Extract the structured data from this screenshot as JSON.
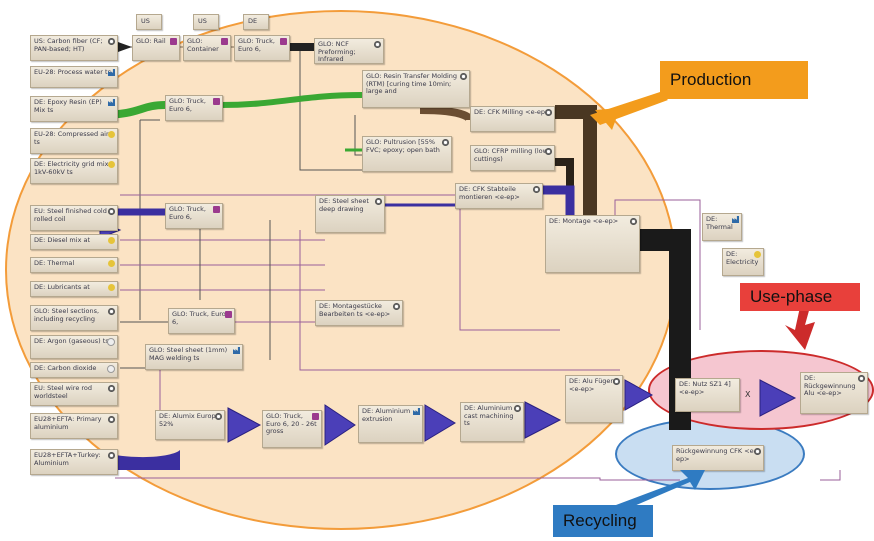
{
  "regions": {
    "production": {
      "label": "Production",
      "fill": "#fbe3c4",
      "stroke": "#f39c3a",
      "callout_bg": "#f39c1c"
    },
    "use_phase": {
      "label": "Use-phase",
      "fill": "#f5c6d0",
      "stroke": "#cc2b2b",
      "callout_bg": "#e8403b"
    },
    "recycling": {
      "label": "Recycling",
      "fill": "#c9def2",
      "stroke": "#3a7bc0",
      "callout_bg": "#2f7bc2"
    }
  },
  "tags": {
    "us1": "US",
    "us2": "US",
    "de": "DE"
  },
  "nodes": {
    "us_carbon_fiber": "US: Carbon fiber (CF; PAN-based; HT)",
    "glo_rail": "GLO: Rail",
    "glo_container": "GLO: Container",
    "glo_truck_euro6_top": "GLO: Truck, Euro 6,",
    "glo_ncf": "GLO: NCF Preforming; Infrared",
    "eu28_process_water": "EU-28: Process water ts",
    "glo_rtm": "GLO: Resin Transfer Molding (RTM) [curing time 10min; large and",
    "de_epoxy": "DE: Epoxy Resin (EP) Mix ts",
    "glo_truck_epoxy": "GLO: Truck, Euro 6,",
    "de_cfk_milling": "DE: CFK Milling <e-ep>",
    "eu28_compressed_air": "EU-28: Compressed air ts",
    "glo_pultrusion": "GLO: Pultrusion [55% FVC; epoxy; open bath",
    "glo_cfrp_milling": "GLO: CFRP milling (low cuttings)",
    "de_electricity_grid": "DE: Electricity grid mix 1kV-60kV ts",
    "de_cfk_stabteile": "DE: CFK Stabteile montieren <e-ep>",
    "eu_steel_finished": "EU: Steel finished cold rolled coil",
    "glo_truck_steel": "GLO: Truck, Euro 6,",
    "de_steel_deep": "DE: Steel sheet deep drawing",
    "de_montage": "DE: Montage <e-ep>",
    "de_thermal_use": "DE: Thermal",
    "de_diesel": "DE: Diesel mix at",
    "de_electricity_use": "DE: Electricity",
    "de_thermal": "DE: Thermal",
    "de_lubricants": "DE: Lubricants at",
    "glo_steel_sections": "GLO: Steel sections, including recycling",
    "glo_truck_sections": "GLO: Truck, Euro 6,",
    "de_montageteile": "DE: Montagestücke Bearbeiten ts <e-ep>",
    "de_argon": "DE: Argon (gaseous) ts",
    "glo_steel_sheet_mag": "GLO: Steel sheet (1mm) MAG welding ts",
    "de_co2": "DE: Carbon dioxide",
    "eu_steel_wire": "EU: Steel wire rod worldsteel",
    "de_alu_fuegen": "DE: Alu Fügen <e-ep>",
    "eu28_primary_alu": "EU28+EFTA: Primary aluminium",
    "de_alumix": "DE: Alumix Europa 52%",
    "glo_truck_alu": "GLO: Truck, Euro 6, 20 - 26t gross",
    "de_alu_extrusion": "DE: Aluminium extrusion",
    "de_alu_cast": "DE: Aluminium cast machining ts",
    "de_nutz": "DE: Nutz SZ1 4] <e-ep>",
    "de_rueck_alu": "DE: Rückgewinnung Alu <e-ep>",
    "eu28_turkey_alu": "EU28+EFTA+Turkey: Aluminium",
    "de_rueck_cfk": "Rückgewinnung CFK <e-ep>"
  },
  "symbols": {
    "x_mark": "X"
  }
}
